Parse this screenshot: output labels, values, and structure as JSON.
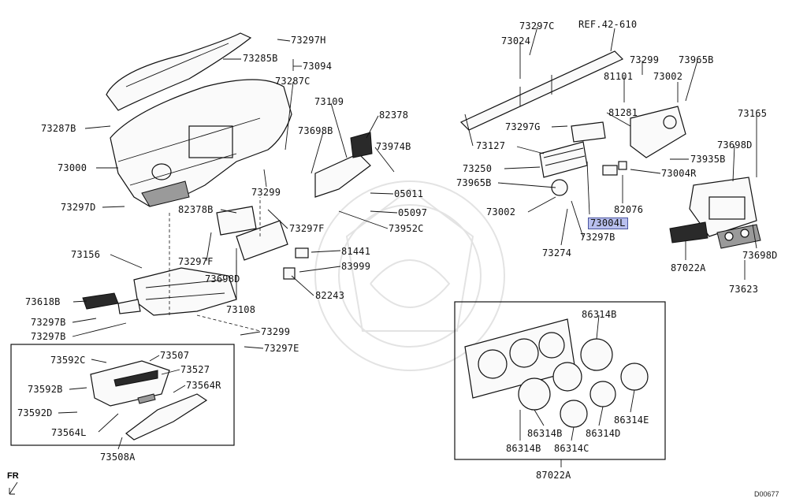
{
  "labels": {
    "p73297H": "73297H",
    "p73285B": "73285B",
    "p73094": "73094",
    "p73287C": "73287C",
    "p73287B": "73287B",
    "p73000": "73000",
    "p73297D": "73297D",
    "p73109": "73109",
    "p82378": "82378",
    "p73698B_top": "73698B",
    "p73974B": "73974B",
    "p73299_mid": "73299",
    "p05011": "05011",
    "p05097": "05097",
    "p82378B": "82378B",
    "p73297F_right": "73297F",
    "p73952C": "73952C",
    "p73297F_left": "73297F",
    "p81441": "81441",
    "p83999": "83999",
    "p73156": "73156",
    "p73698D_mid": "73698D",
    "p82243": "82243",
    "p73108": "73108",
    "p73618B": "73618B",
    "p73297B_a": "73297B",
    "p73297B_b": "73297B",
    "p73299_low": "73299",
    "p73297E": "73297E",
    "p73592C": "73592C",
    "p73507": "73507",
    "p73527": "73527",
    "p73592B": "73592B",
    "p73564R": "73564R",
    "p73592D": "73592D",
    "p73564L": "73564L",
    "p73508A": "73508A",
    "p73297C": "73297C",
    "pREF": "REF.42-610",
    "p73024": "73024",
    "p73299_right": "73299",
    "p73965B_top": "73965B",
    "p81101": "81101",
    "p73002_top": "73002",
    "p81281": "81281",
    "p73165": "73165",
    "p73297G": "73297G",
    "p73127": "73127",
    "p73698D_right": "73698D",
    "p73935B": "73935B",
    "p73250": "73250",
    "p73004R": "73004R",
    "p73965B_low": "73965B",
    "p82076": "82076",
    "p73002_low": "73002",
    "p73004L": "73004L",
    "p73297B_c": "73297B",
    "p73274": "73274",
    "p87022A_right": "87022A",
    "p73698D_far": "73698D",
    "p73623": "73623",
    "p86314B_top": "86314B",
    "p86314E": "86314E",
    "p86314B_mid": "86314B",
    "p86314D": "86314D",
    "p86314B_low": "86314B",
    "p86314C": "86314C",
    "p87022A_box": "87022A"
  },
  "highlighted": "73004L",
  "orientation_label": "FR",
  "diagram_code": "D00677",
  "colors": {
    "highlight_fill": "#b9c0ee",
    "highlight_border": "#4a55a0",
    "line": "#111111"
  }
}
